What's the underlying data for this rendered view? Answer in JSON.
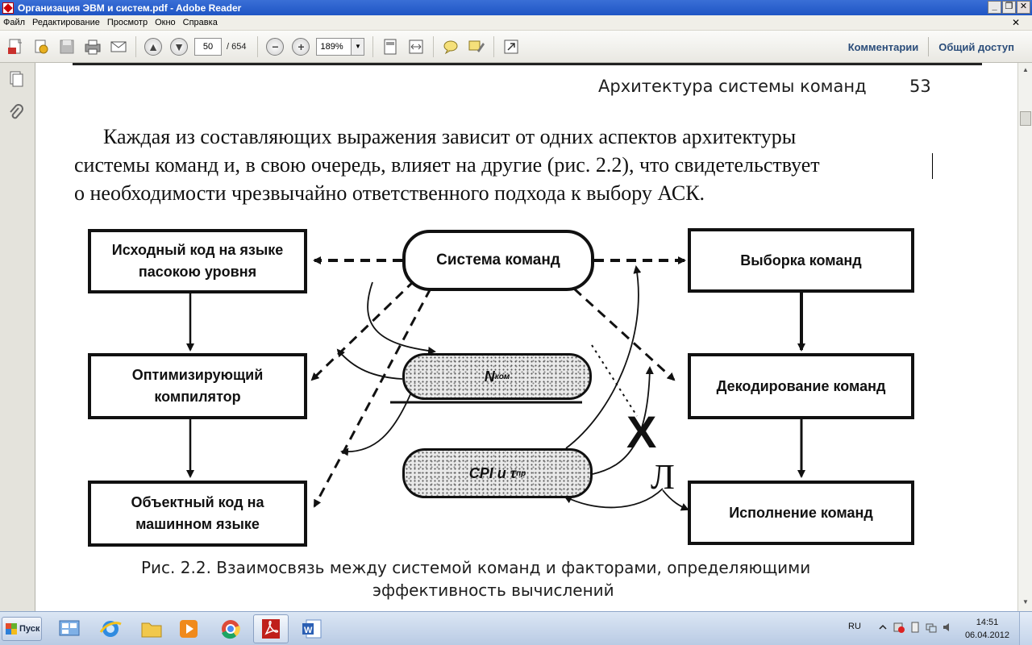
{
  "window": {
    "title": "Организация ЭВМ и систем.pdf - Adobe Reader",
    "min": "_",
    "restore": "❐",
    "close": "✕"
  },
  "menu": {
    "items": [
      "Файл",
      "Редактирование",
      "Просмотр",
      "Окно",
      "Справка"
    ],
    "close": "✕"
  },
  "toolbar": {
    "page_current": "50",
    "page_total": "/ 654",
    "zoom_out": "−",
    "zoom_in": "+",
    "zoom_value": "189%",
    "comments_label": "Комментарии",
    "share_label": "Общий доступ"
  },
  "document": {
    "running_head": "Архитектура системы команд",
    "page_number": "53",
    "para_lines": [
      "Каждая из составляющих выражения зависит от одних аспектов архитектуры",
      "системы команд и, в свою очередь, влияет на другие (рис. 2.2), что свидетельствует",
      "о необходимости чрезвычайно ответственного подхода к выбору АСК."
    ],
    "diagram": {
      "box_source": "Исходный код на языке\nпасокою уровня",
      "box_compiler": "Оптимизирующий\nкомпилятор",
      "box_object": "Объектный код на\nмашинном языке",
      "center": "Система команд",
      "n_label": "N",
      "n_sub": "ком",
      "cpi_label": "CPI и τ",
      "cpi_sub": "пр",
      "box_fetch": "Выборка команд",
      "box_decode": "Декодирование  команд",
      "box_exec": "Исполнение команд",
      "x_mark": "X",
      "l_mark": "Л"
    },
    "caption_line1": "Рис. 2.2. Взаимосвязь между системой команд и факторами, определяющими",
    "caption_line2": "эффективность вычислений"
  },
  "taskbar": {
    "start_label": "Пуск",
    "lang": "RU",
    "time": "14:51",
    "date": "06.04.2012"
  }
}
